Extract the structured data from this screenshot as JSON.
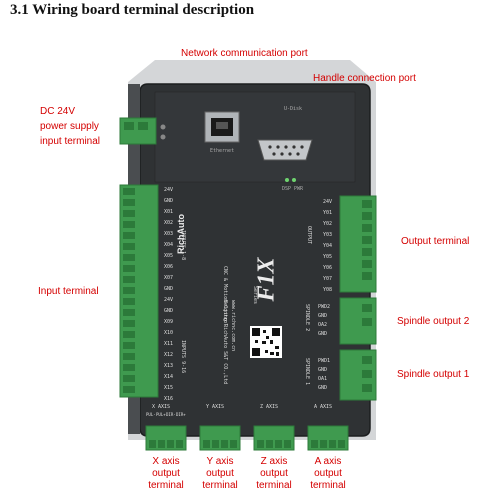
{
  "heading": "3.1  Wiring board terminal description",
  "labels": {
    "network": "Network communication port",
    "handle": "Handle connection port",
    "power_lines": [
      "DC 24V",
      "power supply",
      "input terminal"
    ],
    "input": "Input terminal",
    "output": "Output terminal",
    "spindle2": "Spindle output 2",
    "spindle1": "Spindle output 1",
    "x_axis": [
      "X axis",
      "output",
      "terminal"
    ],
    "y_axis": [
      "Y axis",
      "output",
      "terminal"
    ],
    "z_axis": [
      "Z axis",
      "output",
      "terminal"
    ],
    "a_axis": [
      "A axis",
      "output",
      "terminal"
    ]
  },
  "device": {
    "brand": "RichAuto",
    "model": "F1X",
    "series": "Series",
    "subtitle": "CNC & Motion Control",
    "udisk": "U-Disk",
    "ethernet": "Ethernet",
    "pwr": "PWR",
    "dsp": "DSP",
    "website": "www.richnc.com.cn",
    "company": "Beijing RichAuto S&T CO.,Ltd",
    "inputs_group1": [
      "24V",
      "GND",
      "X01",
      "X02",
      "X03",
      "X04",
      "X05",
      "X06",
      "X07",
      "GND"
    ],
    "inputs_group2": [
      "24V",
      "GND",
      "X09",
      "X10",
      "X11",
      "X12",
      "X13",
      "X14",
      "X15",
      "X16"
    ],
    "inputs1_label": "INPUTS 1-8",
    "inputs2_label": "INPUTS 9-16",
    "outputs": [
      "24V",
      "Y01",
      "Y02",
      "Y03",
      "Y04",
      "Y05",
      "Y06",
      "Y07",
      "Y08"
    ],
    "outputs_label": "OUTPUT",
    "spindle2_pins": [
      "PWD2",
      "GND",
      "OA2",
      "GND"
    ],
    "spindle2_label": "SPINDLE 2",
    "spindle1_pins": [
      "PWD1",
      "GND",
      "OA1",
      "GND"
    ],
    "spindle1_label": "SPINDLE 1",
    "axis_labels": [
      "X AXIS",
      "Y AXIS",
      "Z AXIS",
      "A AXIS"
    ],
    "axis_pins": [
      "PUL-",
      "PUL+",
      "DIR-",
      "DIR+"
    ]
  },
  "colors": {
    "annotation": "#d40000",
    "housing": "#2f3234",
    "terminal": "#3f9a4f",
    "terminal_dark": "#2c7a3a"
  }
}
